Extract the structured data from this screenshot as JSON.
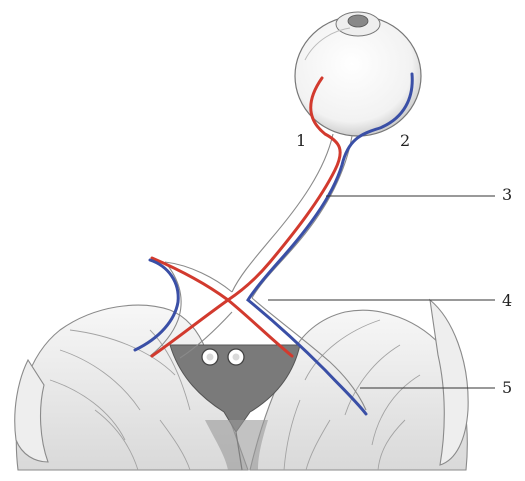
{
  "labels": {
    "l1": "1",
    "l2": "2",
    "l3": "3",
    "l4": "4",
    "l5": "5"
  },
  "colors": {
    "red_path": "#d23a2e",
    "blue_path": "#3a4fa6",
    "pencil": "#8a8a8a",
    "shade": "#bdbdbd",
    "dark_shade": "#6f6f6f",
    "label_text": "#222222"
  }
}
